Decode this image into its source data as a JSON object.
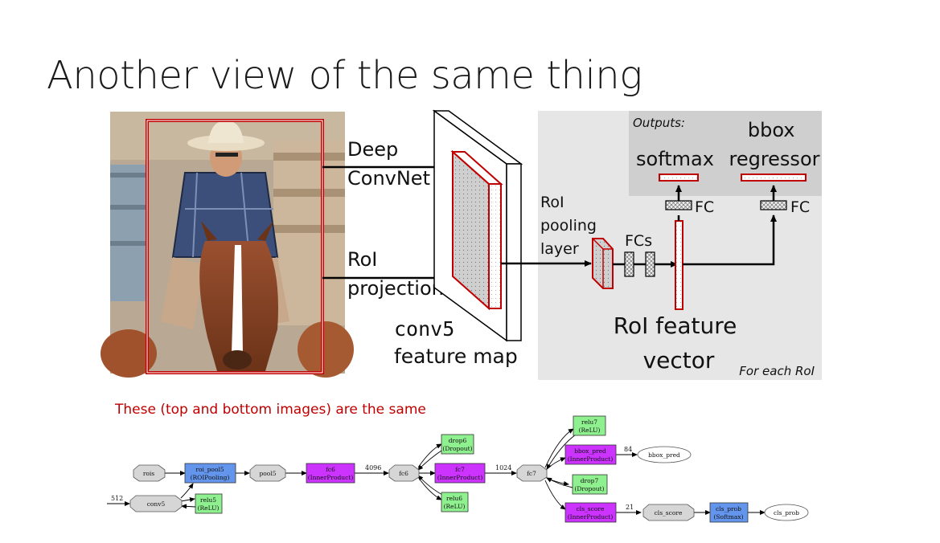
{
  "slide": {
    "title": "Another view of the same thing",
    "note": "These (top and bottom images) are the same"
  },
  "top_diagram": {
    "deep_convnet": [
      "Deep",
      "ConvNet"
    ],
    "roi_projection": [
      "RoI",
      "projection"
    ],
    "conv5_feature_map": [
      "conv5",
      "feature map"
    ],
    "roi_pooling_layer": [
      "RoI",
      "pooling",
      "layer"
    ],
    "fcs": "FCs",
    "roi_feature_vector": [
      "RoI feature",
      "vector"
    ],
    "outputs": "Outputs:",
    "softmax": "softmax",
    "bbox_regressor": [
      "bbox",
      "regressor"
    ],
    "fc_left": "FC",
    "fc_right": "FC",
    "for_each_roi": "For each RoI"
  },
  "bottom_graph": {
    "nodes": {
      "rois": "rois",
      "conv5": "conv5",
      "relu5": [
        "relu5",
        "(ReLU)"
      ],
      "roi_pool5": [
        "roi_pool5",
        "(ROIPooling)"
      ],
      "pool5": "pool5",
      "fc6_layer": [
        "fc6",
        "(InnerProduct)"
      ],
      "fc6_blob": "fc6",
      "drop6": [
        "drop6",
        "(Dropout)"
      ],
      "relu6": [
        "relu6",
        "(ReLU)"
      ],
      "fc7_layer": [
        "fc7",
        "(InnerProduct)"
      ],
      "fc7_blob": "fc7",
      "relu7": [
        "relu7",
        "(ReLU)"
      ],
      "bbox_pred_layer": [
        "bbox_pred",
        "(InnerProduct)"
      ],
      "bbox_pred_blob": "bbox_pred",
      "drop7": [
        "drop7",
        "(Dropout)"
      ],
      "cls_score_layer": [
        "cls_score",
        "(InnerProduct)"
      ],
      "cls_score_blob": "cls_score",
      "cls_prob_layer": [
        "cls_prob",
        "(Softmax)"
      ],
      "cls_prob_blob": "cls_prob"
    },
    "edge_labels": {
      "conv5_in": "512",
      "fc6_out": "4096",
      "fc7_out": "1024",
      "bbox_pred_out": "84",
      "cls_score_out": "21"
    }
  },
  "colors": {
    "accent_red": "#c00000",
    "layer_blue": "#6495ed",
    "layer_purple": "#cc33ff",
    "layer_green": "#8ff08f",
    "blob_gray": "#d6d6d6",
    "panel_gray": "#e6e6e6",
    "outputs_gray": "#cfcfcf"
  }
}
